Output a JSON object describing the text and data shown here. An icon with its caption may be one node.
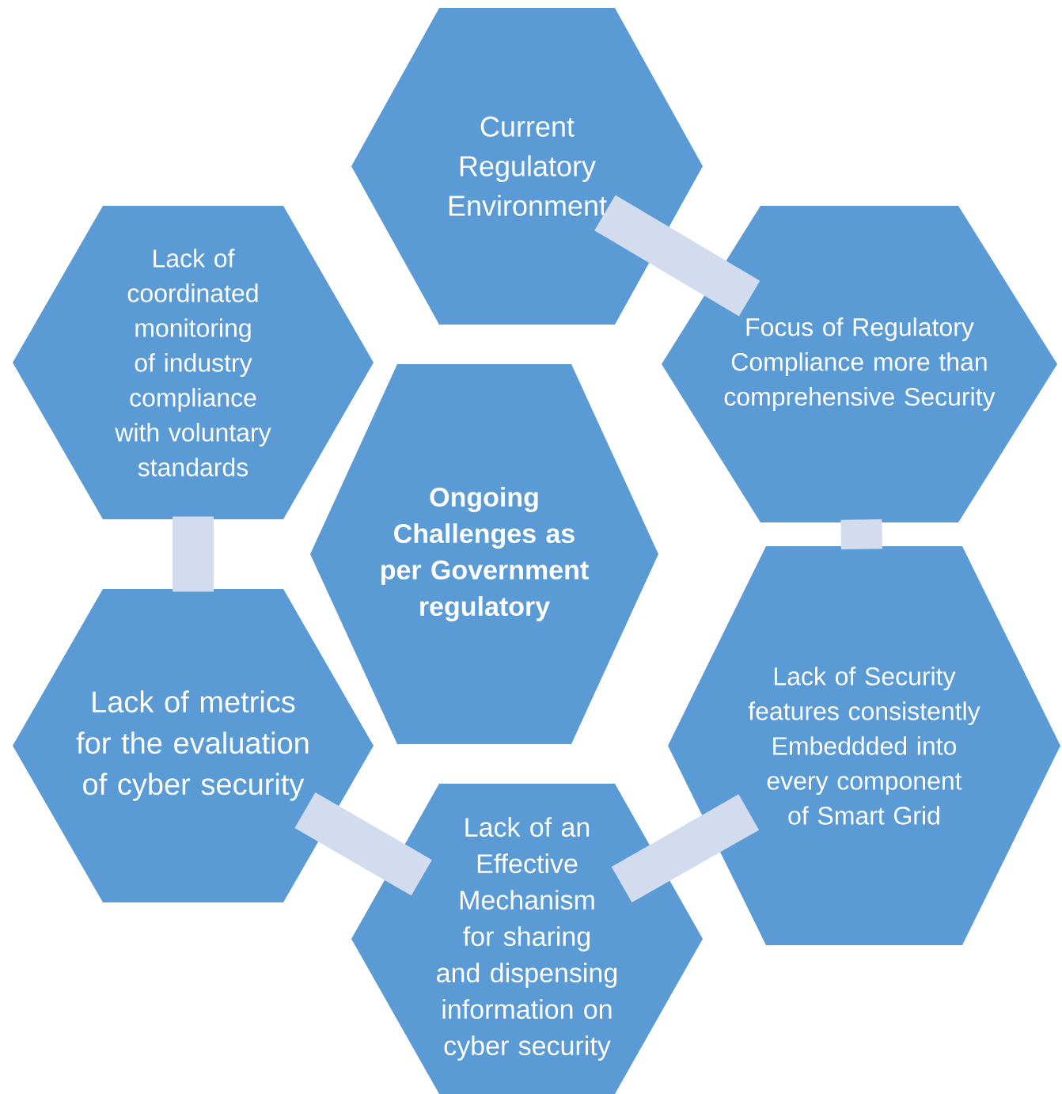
{
  "diagram": {
    "nodes": [
      {
        "text": [
          "Ongoing Challenges as per Government regulatory"
        ]
      },
      {
        "text": [
          "Current Regulatory Environment"
        ]
      },
      {
        "text": [
          "Focus of Regulatory Compliance more than comprehensive Security"
        ]
      },
      {
        "text": [
          "Lack of Security features consistently Embeddded into every component of Smart Grid"
        ]
      },
      {
        "text": [
          "Lack of an Effective Mechanism for sharing and dispensing information on cyber security"
        ]
      },
      {
        "text": [
          "Lack of metrics for the evaluation of cyber security"
        ]
      },
      {
        "text": [
          "Lack of coordinated monitoring of industry compliance with voluntary standards"
        ]
      }
    ],
    "edges": [
      {
        "from": 1,
        "to": 2,
        "arrow": "none"
      },
      {
        "from": 2,
        "to": 3,
        "arrow": "none"
      },
      {
        "from": 3,
        "to": 4,
        "arrow": "none"
      },
      {
        "from": 4,
        "to": 5,
        "arrow": "none"
      },
      {
        "from": 5,
        "to": 6,
        "arrow": "none"
      }
    ]
  }
}
